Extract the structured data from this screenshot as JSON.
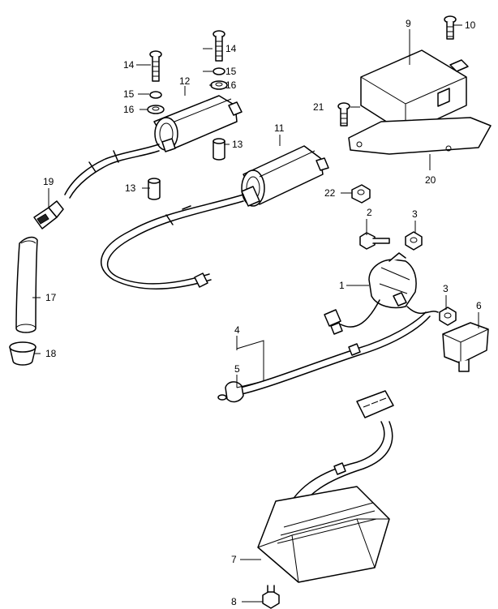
{
  "labels": {
    "p1": "1",
    "p2": "2",
    "p3a": "3",
    "p3b": "3",
    "p4": "4",
    "p5": "5",
    "p6": "6",
    "p7": "7",
    "p8": "8",
    "p9": "9",
    "p10": "10",
    "p11": "11",
    "p12": "12",
    "p13a": "13",
    "p13b": "13",
    "p14a": "14",
    "p14b": "14",
    "p15a": "15",
    "p15b": "15",
    "p16a": "16",
    "p16b": "16",
    "p17": "17",
    "p18": "18",
    "p19": "19",
    "p20": "20",
    "p21": "21",
    "p22": "22"
  }
}
